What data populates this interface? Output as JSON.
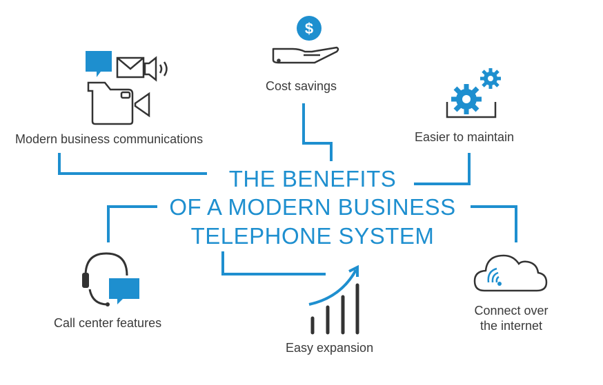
{
  "title_lines": [
    "THE BENEFITS",
    "OF A MODERN BUSINESS",
    "TELEPHONE SYSTEM"
  ],
  "benefits": [
    {
      "label": "Modern business communications",
      "icon": "communications-icon"
    },
    {
      "label": "Cost savings",
      "icon": "hand-dollar-icon"
    },
    {
      "label": "Easier to maintain",
      "icon": "gears-icon"
    },
    {
      "label": "Call center features",
      "icon": "headset-chat-icon"
    },
    {
      "label": "Easy expansion",
      "icon": "growth-chart-icon"
    },
    {
      "label": "Connect over",
      "label2": "the internet",
      "icon": "cloud-wifi-icon"
    }
  ],
  "icon_text": {
    "dollar": "$"
  },
  "colors": {
    "accent": "#1e8fcf",
    "text": "#3a3a3a",
    "icon_stroke": "#333333"
  }
}
